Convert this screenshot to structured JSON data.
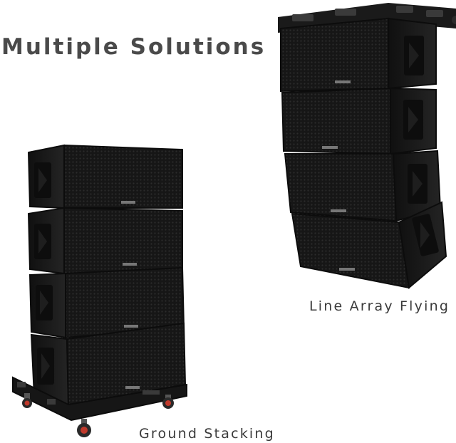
{
  "headline": "Multiple Solutions",
  "captions": {
    "flying": "Line Array Flying",
    "ground": "Ground Stacking"
  },
  "colors": {
    "cabinet": "#1b1b1b",
    "grille": "#141414",
    "wheel_hub": "#c0392b",
    "text": "#4a4a4a"
  }
}
